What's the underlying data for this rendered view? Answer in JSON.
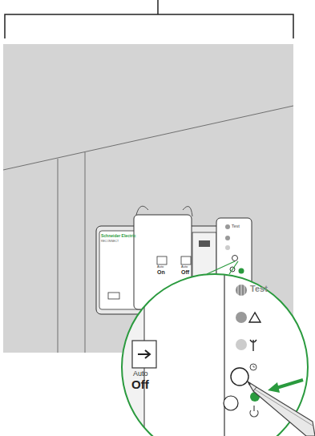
{
  "diagram": {
    "labels": [
      "Schneider Electric",
      "RECONNECT",
      "Auto",
      "On",
      "Auto",
      "Off",
      "Test",
      "Test",
      "Auto",
      "Off"
    ]
  }
}
